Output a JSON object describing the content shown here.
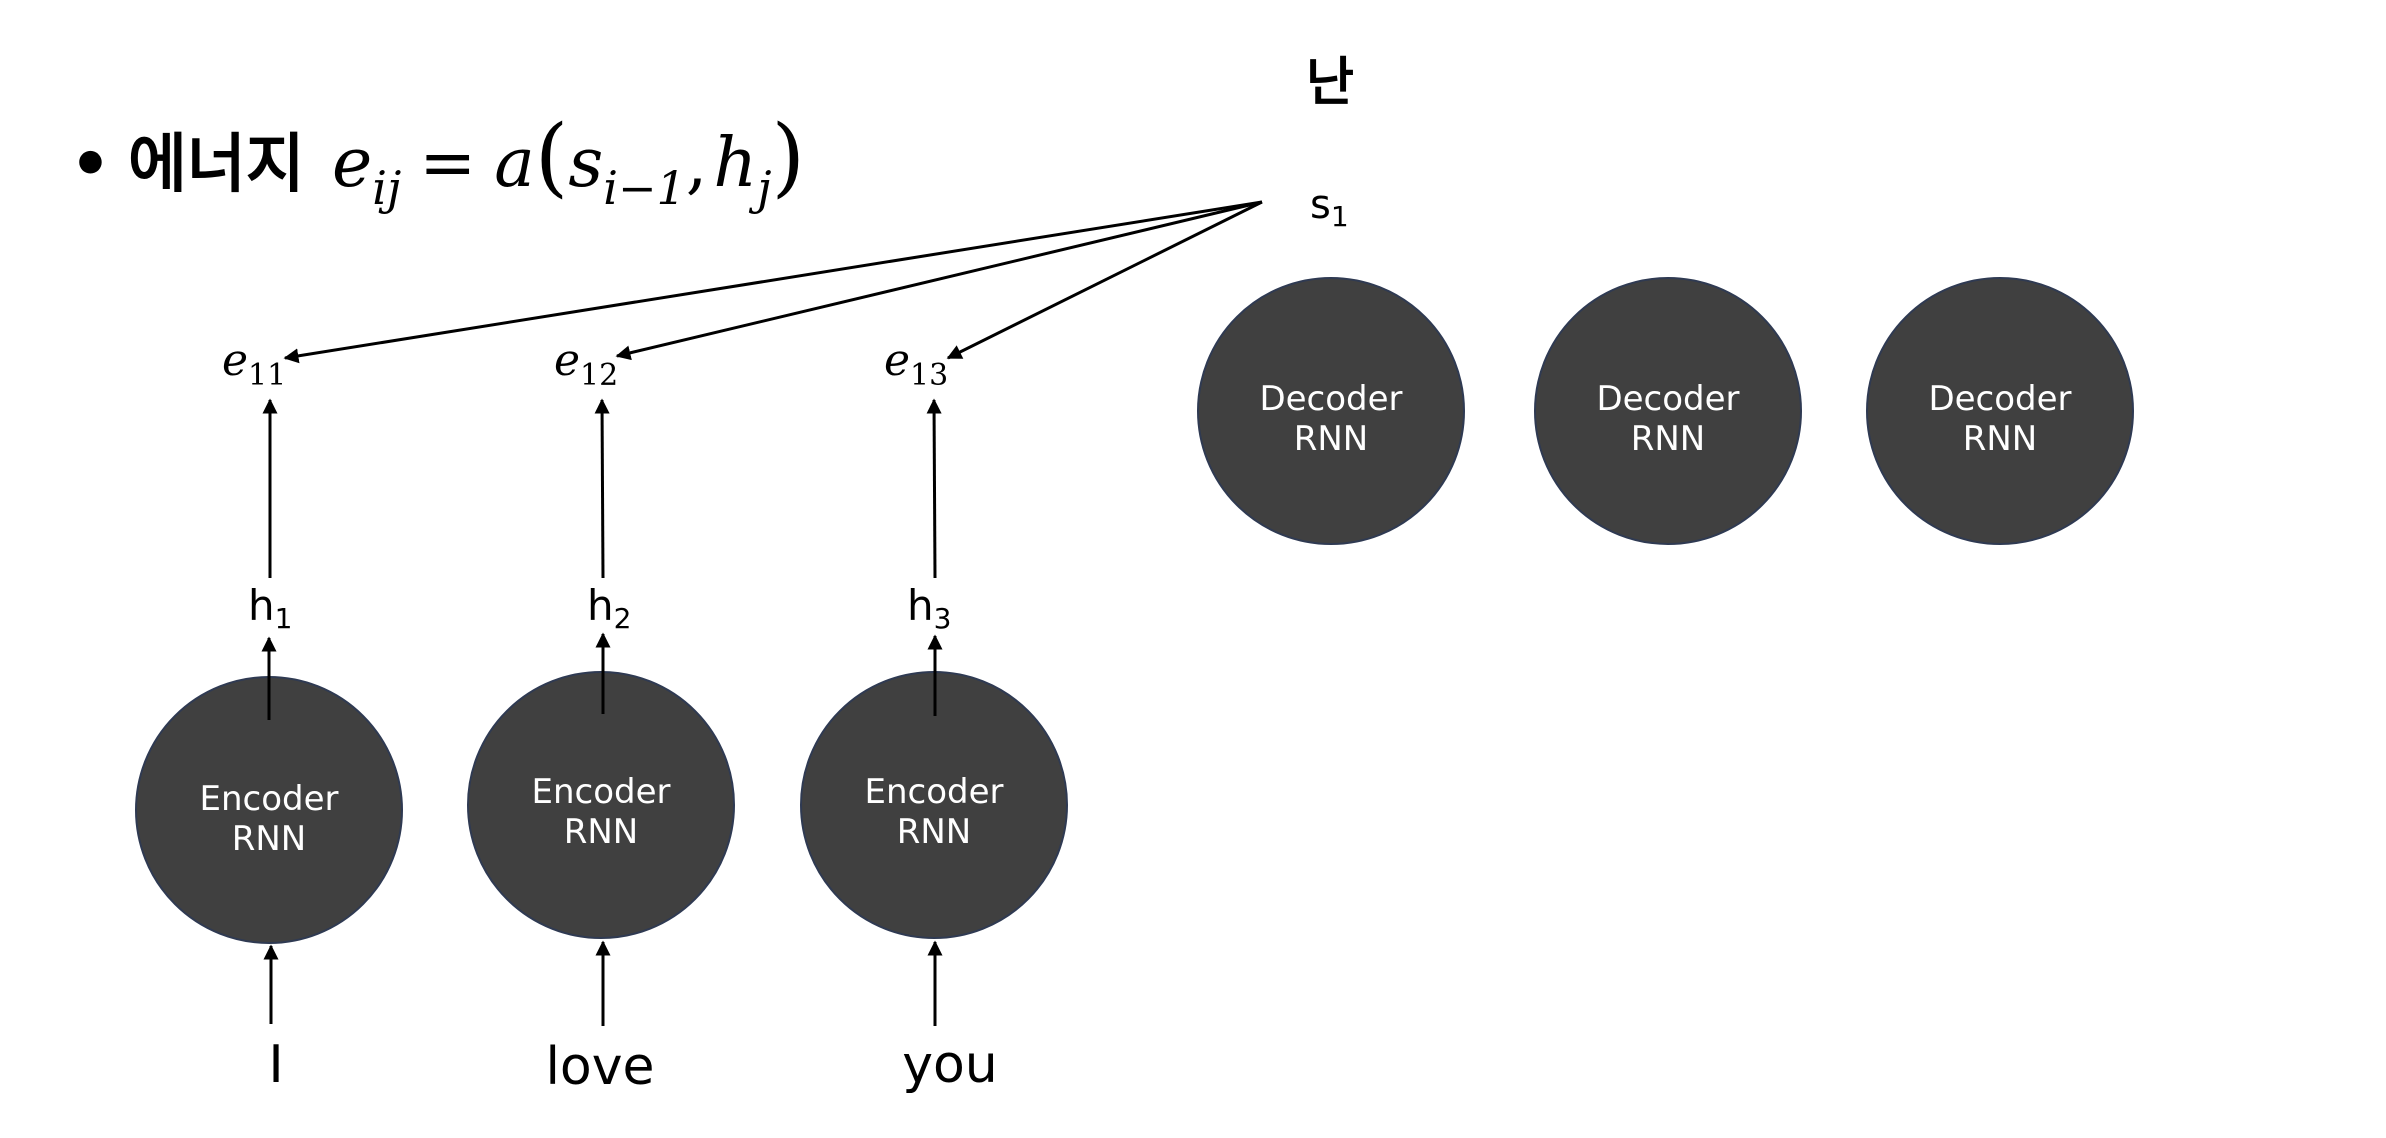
{
  "title": {
    "bullet": "•",
    "korean": "에너지",
    "formula": {
      "lhs_var": "e",
      "lhs_sub": "ij",
      "equals": "=",
      "func": "a",
      "open": "(",
      "arg1_var": "s",
      "arg1_sub": "i−1",
      "comma": ",",
      "arg2_var": "h",
      "arg2_sub": "j",
      "close": ")"
    }
  },
  "decoder": {
    "output_word": "난",
    "state_label": {
      "base": "s",
      "sub": "1"
    },
    "nodes": [
      {
        "line1": "Decoder",
        "line2": "RNN"
      },
      {
        "line1": "Decoder",
        "line2": "RNN"
      },
      {
        "line1": "Decoder",
        "line2": "RNN"
      }
    ]
  },
  "encoder": {
    "nodes": [
      {
        "line1": "Encoder",
        "line2": "RNN"
      },
      {
        "line1": "Encoder",
        "line2": "RNN"
      },
      {
        "line1": "Encoder",
        "line2": "RNN"
      }
    ],
    "hidden_labels": [
      {
        "base": "h",
        "sub": "1"
      },
      {
        "base": "h",
        "sub": "2"
      },
      {
        "base": "h",
        "sub": "3"
      }
    ],
    "energy_labels": [
      {
        "var": "e",
        "sub": "11"
      },
      {
        "var": "e",
        "sub": "12"
      },
      {
        "var": "e",
        "sub": "13"
      }
    ],
    "inputs": [
      "I",
      "love",
      "you"
    ]
  },
  "colors": {
    "node_fill": "#404040",
    "node_stroke": "#2f3a52",
    "node_text": "#ffffff",
    "line": "#000000",
    "text": "#000000"
  }
}
